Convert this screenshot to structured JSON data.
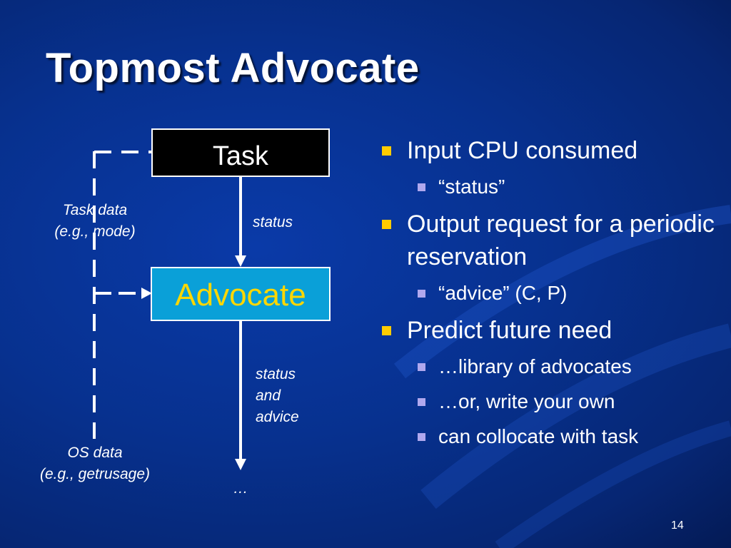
{
  "slide": {
    "title": "Topmost Advocate",
    "page_number": "14"
  },
  "diagram": {
    "task_box": "Task",
    "advocate_box": "Advocate",
    "arrow1_label": "status",
    "arrow2_label_lines": [
      "status",
      "and",
      "advice"
    ],
    "bottom_ellipsis": "…",
    "task_data_lines": [
      "Task data",
      "(e.g., mode)"
    ],
    "os_data_lines": [
      "OS data",
      "(e.g., getrusage)"
    ]
  },
  "bullets": [
    {
      "text": "Input CPU consumed",
      "sub": [
        "“status”"
      ]
    },
    {
      "text": "Output request for a periodic reservation",
      "sub": [
        "“advice” (C, P)"
      ]
    },
    {
      "text": "Predict future need",
      "sub": [
        "…library of advocates",
        "…or, write your own",
        "can collocate with task"
      ]
    }
  ],
  "colors": {
    "background": "#07318f",
    "task_box_fill": "#000000",
    "advocate_box_fill": "#0aa0d8",
    "advocate_text": "#ffd700",
    "bullet_level1": "#ffcc00",
    "bullet_level2": "#b0a8ee"
  }
}
